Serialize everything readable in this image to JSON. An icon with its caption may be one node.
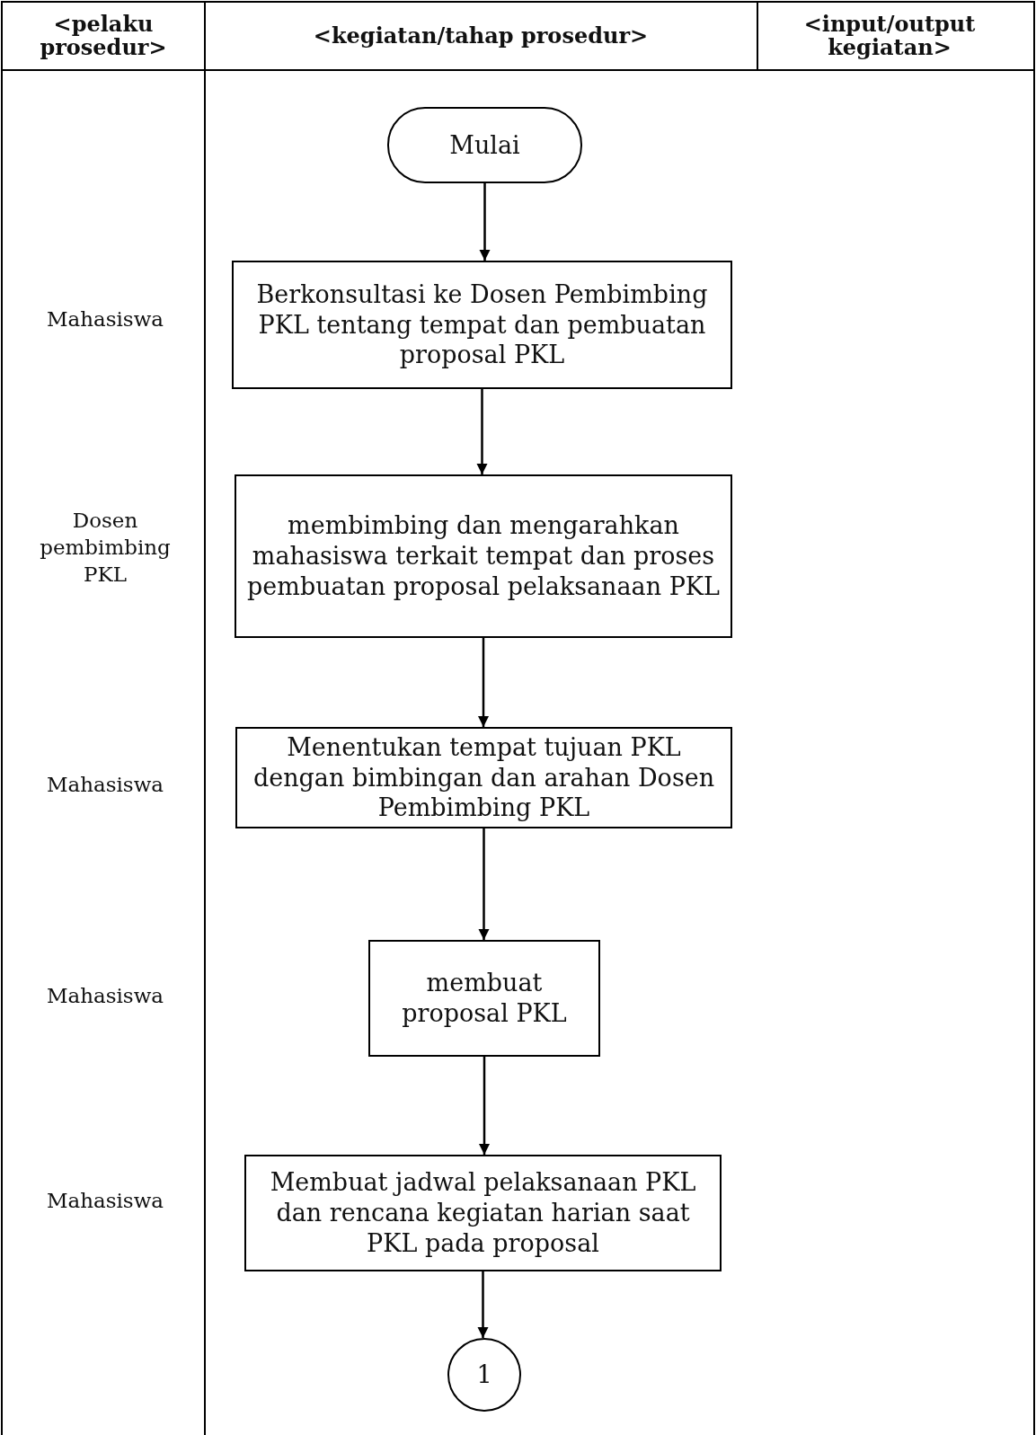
{
  "diagram": {
    "nodes": [
      {
        "text": [
          "Mulai"
        ]
      },
      {
        "text": [
          "Berkonsultasi ke Dosen Pembimbing PKL tentang tempat dan pembuatan proposal PKL"
        ]
      },
      {
        "text": [
          "membimbing dan mengarahkan mahasiswa terkait tempat dan proses pembuatan proposal pelaksanaan PKL"
        ]
      },
      {
        "text": [
          "Menentukan tempat tujuan PKL dengan bimbingan dan arahan Dosen Pembimbing PKL"
        ]
      },
      {
        "text": [
          "membuat proposal PKL"
        ]
      },
      {
        "text": [
          "Membuat jadwal pelaksanaan PKL dan rencana kegiatan harian saat PKL pada proposal"
        ]
      },
      {
        "text": [
          "1"
        ]
      }
    ],
    "edges": [
      {
        "from": 0,
        "to": 1,
        "arrow": "to"
      },
      {
        "from": 1,
        "to": 2,
        "arrow": "to"
      },
      {
        "from": 2,
        "to": 3,
        "arrow": "to"
      },
      {
        "from": 3,
        "to": 4,
        "arrow": "to"
      },
      {
        "from": 4,
        "to": 5,
        "arrow": "to"
      },
      {
        "from": 5,
        "to": 6,
        "arrow": "to"
      }
    ],
    "labels": [
      "<pelaku prosedur>",
      "<kegiatan/tahap prosedur>",
      "<input/output kegiatan>",
      "Mahasiswa",
      "Dosen pembimbing PKL",
      "Mahasiswa",
      "Mahasiswa",
      "Mahasiswa"
    ]
  }
}
